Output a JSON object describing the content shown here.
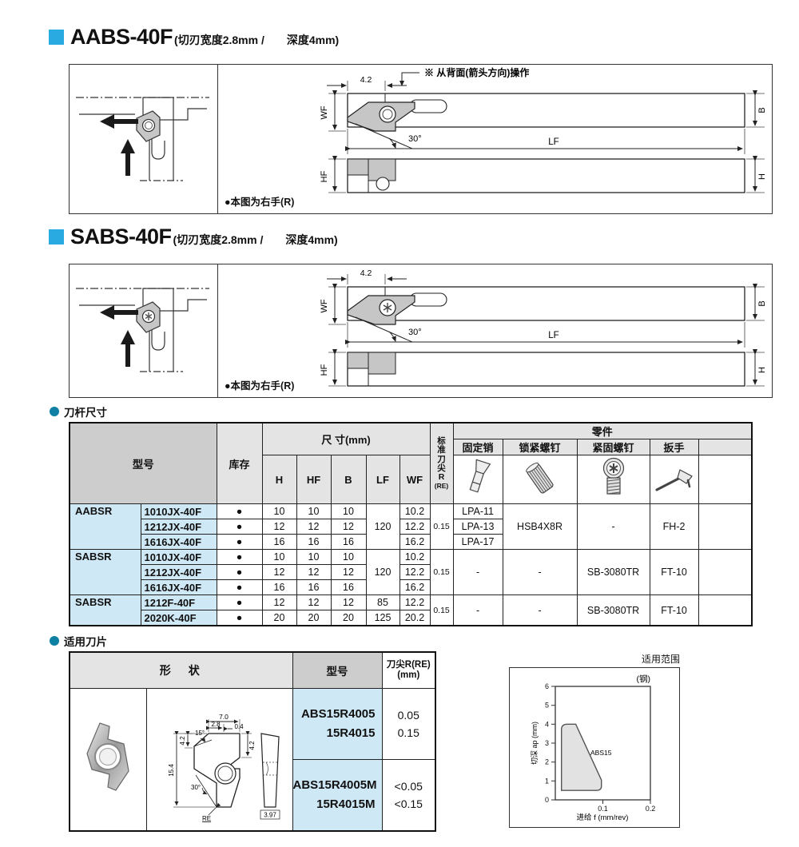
{
  "colors": {
    "accent_blue": "#29abe2",
    "bullet_teal": "#0d80a4",
    "model_blue": "#cfe8f5",
    "header_gray": "#cdcdcd",
    "subheader_gray": "#e4e4e4"
  },
  "section_aabs": {
    "title": "AABS-40F",
    "subtitle": "(切刃宽度2.8mm /　　深度4mm)"
  },
  "section_sabs": {
    "title": "SABS-40F",
    "subtitle": "(切刃宽度2.8mm /　　深度4mm)"
  },
  "diagram": {
    "back_note": "※ 从背面(箭头方向)操作",
    "hand_note": "●本图为右手(R)",
    "dim_42": "4.2",
    "wf": "WF",
    "b": "B",
    "deg30": "30°",
    "lf": "LF",
    "hf": "HF",
    "h": "H"
  },
  "holder_table": {
    "title": "刀杆尺寸",
    "col_model": "型号",
    "col_stock": "库存",
    "col_size": "尺 寸(mm)",
    "size_cols": [
      "H",
      "HF",
      "B",
      "LF",
      "WF"
    ],
    "tip_r_chars": [
      "标",
      "准",
      "刀",
      "尖",
      "R",
      "(RE)"
    ],
    "col_parts": "零件",
    "part_cols": [
      "固定销",
      "锁紧螺钉",
      "紧固螺钉",
      "扳手",
      ""
    ],
    "groups": [
      {
        "prefix": "AABSR",
        "rows": [
          {
            "model": "1010JX-40F",
            "stock": "●",
            "h": "10",
            "hf": "10",
            "b": "10",
            "wf": "10.2",
            "pin": "LPA-11"
          },
          {
            "model": "1212JX-40F",
            "stock": "●",
            "h": "12",
            "hf": "12",
            "b": "12",
            "wf": "12.2",
            "pin": "LPA-13"
          },
          {
            "model": "1616JX-40F",
            "stock": "●",
            "h": "16",
            "hf": "16",
            "b": "16",
            "wf": "16.2",
            "pin": "LPA-17"
          }
        ],
        "lf": "120",
        "r": "0.15",
        "lock": "HSB4X8R",
        "clamp": "-",
        "wrench": "FH-2",
        "extra": ""
      },
      {
        "prefix": "SABSR",
        "rows": [
          {
            "model": "1010JX-40F",
            "stock": "●",
            "h": "10",
            "hf": "10",
            "b": "10",
            "wf": "10.2"
          },
          {
            "model": "1212JX-40F",
            "stock": "●",
            "h": "12",
            "hf": "12",
            "b": "12",
            "wf": "12.2"
          },
          {
            "model": "1616JX-40F",
            "stock": "●",
            "h": "16",
            "hf": "16",
            "b": "16",
            "wf": "16.2"
          }
        ],
        "lf": "120",
        "r": "0.15",
        "pin": "-",
        "lock": "-",
        "clamp": "SB-3080TR",
        "wrench": "FT-10",
        "extra": ""
      },
      {
        "prefix": "SABSR",
        "rows": [
          {
            "model": "1212F-40F",
            "stock": "●",
            "h": "12",
            "hf": "12",
            "b": "12",
            "lf": "85",
            "wf": "12.2"
          },
          {
            "model": "2020K-40F",
            "stock": "●",
            "h": "20",
            "hf": "20",
            "b": "20",
            "lf": "125",
            "wf": "20.2"
          }
        ],
        "r": "0.15",
        "pin": "-",
        "lock": "-",
        "clamp": "SB-3080TR",
        "wrench": "FT-10",
        "extra": ""
      }
    ]
  },
  "insert_table": {
    "title": "适用刀片",
    "col_shape": "形　状",
    "col_model": "型号",
    "col_r_line1": "刀尖R(RE)",
    "col_r_line2": "(mm)",
    "rows": [
      {
        "models": [
          "ABS15R4005",
          "15R4015"
        ],
        "r": [
          "0.05",
          "0.15"
        ]
      },
      {
        "models": [
          "ABS15R4005M",
          "15R4015M"
        ],
        "r": [
          "<0.05",
          "<0.15"
        ]
      }
    ],
    "drawing": {
      "d70": "7.0",
      "d28": "2.8",
      "d04": "0.4",
      "a15": "15°",
      "d42a": "4.2",
      "d42b": "4.2",
      "d154": "15.4",
      "a30": "30°",
      "re": "RE",
      "d397": "3.97"
    }
  },
  "chart_data": {
    "type": "area",
    "title": "适用范围",
    "material_label": "(钢)",
    "xlabel": "进给 f (mm/rev)",
    "ylabel": "切深 ap (mm)",
    "xlim": [
      0,
      0.2
    ],
    "ylim": [
      0,
      6
    ],
    "xticks": [
      0.1,
      0.2
    ],
    "yticks": [
      0,
      1,
      2,
      3,
      4,
      5,
      6
    ],
    "grid": false,
    "series": [
      {
        "name": "ABS15",
        "region_f_ap": [
          [
            0.013,
            0.5
          ],
          [
            0.013,
            3.85
          ],
          [
            0.025,
            4.0
          ],
          [
            0.043,
            4.0
          ],
          [
            0.097,
            1.05
          ],
          [
            0.097,
            0.6
          ],
          [
            0.088,
            0.5
          ]
        ]
      }
    ]
  }
}
